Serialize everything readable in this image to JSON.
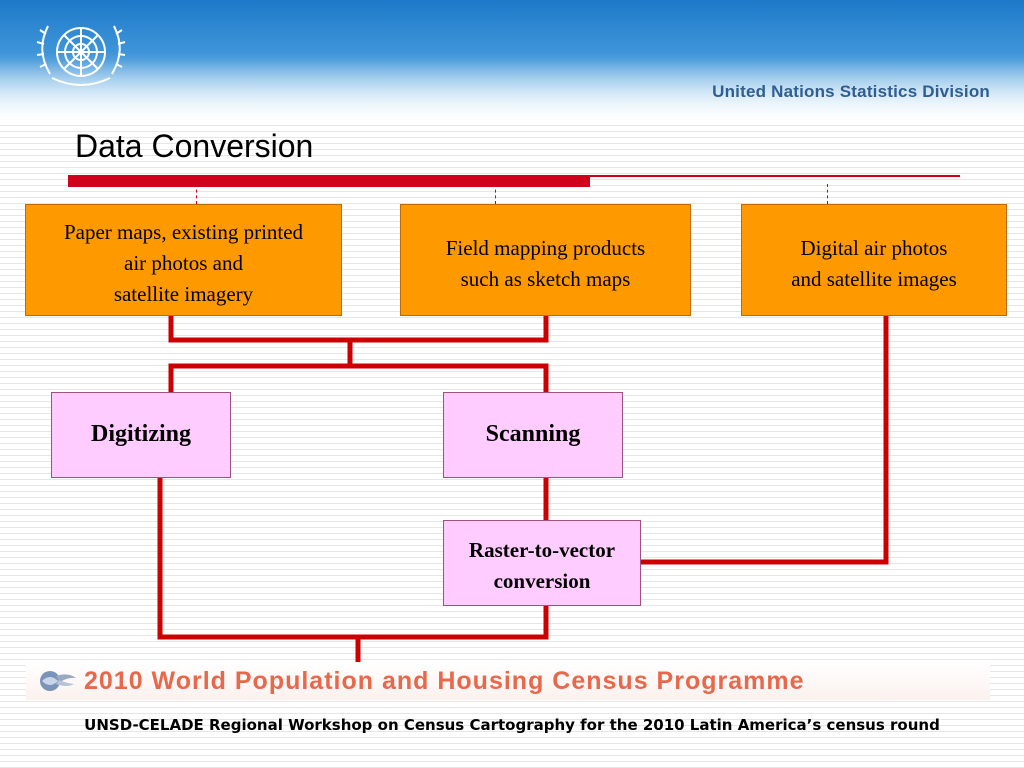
{
  "header": {
    "organization": "United Nations Statistics Division",
    "emblem_icon": "un-emblem-icon"
  },
  "slide": {
    "title": "Data Conversion"
  },
  "diagram": {
    "sources": [
      {
        "line1": "Paper maps, existing printed",
        "line2": "air photos and",
        "line3": "satellite imagery"
      },
      {
        "line1": "Field mapping products",
        "line2": "such as sketch maps"
      },
      {
        "line1": "Digital air photos",
        "line2": "and satellite images"
      }
    ],
    "processes": {
      "digitizing": "Digitizing",
      "scanning": "Scanning",
      "raster_line1": "Raster-to-vector",
      "raster_line2": "conversion"
    },
    "colors": {
      "source_fill": "#ff9900",
      "process_fill": "#ffccff",
      "connector": "#cc0000",
      "title_rule": "#d0021b"
    }
  },
  "banner": {
    "text": "2010 World Population and Housing Census Programme",
    "logo_icon": "census-programme-logo-icon"
  },
  "footer": {
    "text": "UNSD-CELADE Regional Workshop on Census Cartography for the 2010 Latin America’s census round"
  }
}
